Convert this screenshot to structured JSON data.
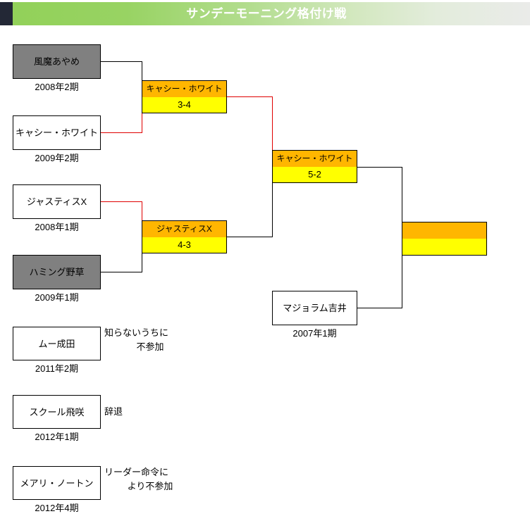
{
  "header": {
    "title": "サンデーモーニング格付け戦",
    "accent_color": "#232836",
    "gradient_start": "#92d159",
    "gradient_end": "#eaebe9",
    "title_color": "#ffffff"
  },
  "colors": {
    "eliminated": "#808080",
    "winner_name_bg": "#ffb600",
    "winner_score_bg": "#ffff00",
    "win_line": "#e00000",
    "line": "#000000"
  },
  "round1": {
    "entrants": [
      {
        "name": "風魔あやめ",
        "season": "2008年2期",
        "status": "eliminated"
      },
      {
        "name": "キャシー・ホワイト",
        "season": "2009年2期",
        "status": "advanced"
      },
      {
        "name": "ジャスティスX",
        "season": "2008年1期",
        "status": "advanced"
      },
      {
        "name": "ハミング野草",
        "season": "2009年1期",
        "status": "eliminated"
      }
    ],
    "matches": [
      {
        "winner": "キャシー・ホワイト",
        "score": "3-4"
      },
      {
        "winner": "ジャスティスX",
        "score": "4-3"
      }
    ]
  },
  "semifinal": {
    "match": {
      "winner": "キャシー・ホワイト",
      "score": "5-2"
    },
    "bye_entrant": {
      "name": "マジョラム吉井",
      "season": "2007年1期"
    }
  },
  "final": {
    "match": {
      "winner": "",
      "score": ""
    }
  },
  "non_participants": [
    {
      "name": "ムー成田",
      "season": "2011年2期",
      "reason_line1": "知らないうちに",
      "reason_line2": "不参加"
    },
    {
      "name": "スクール飛咲",
      "season": "2012年1期",
      "reason_line1": "辞退",
      "reason_line2": ""
    },
    {
      "name": "メアリ・ノートン",
      "season": "2012年4期",
      "reason_line1": "リーダー命令に",
      "reason_line2": "より不参加"
    }
  ]
}
